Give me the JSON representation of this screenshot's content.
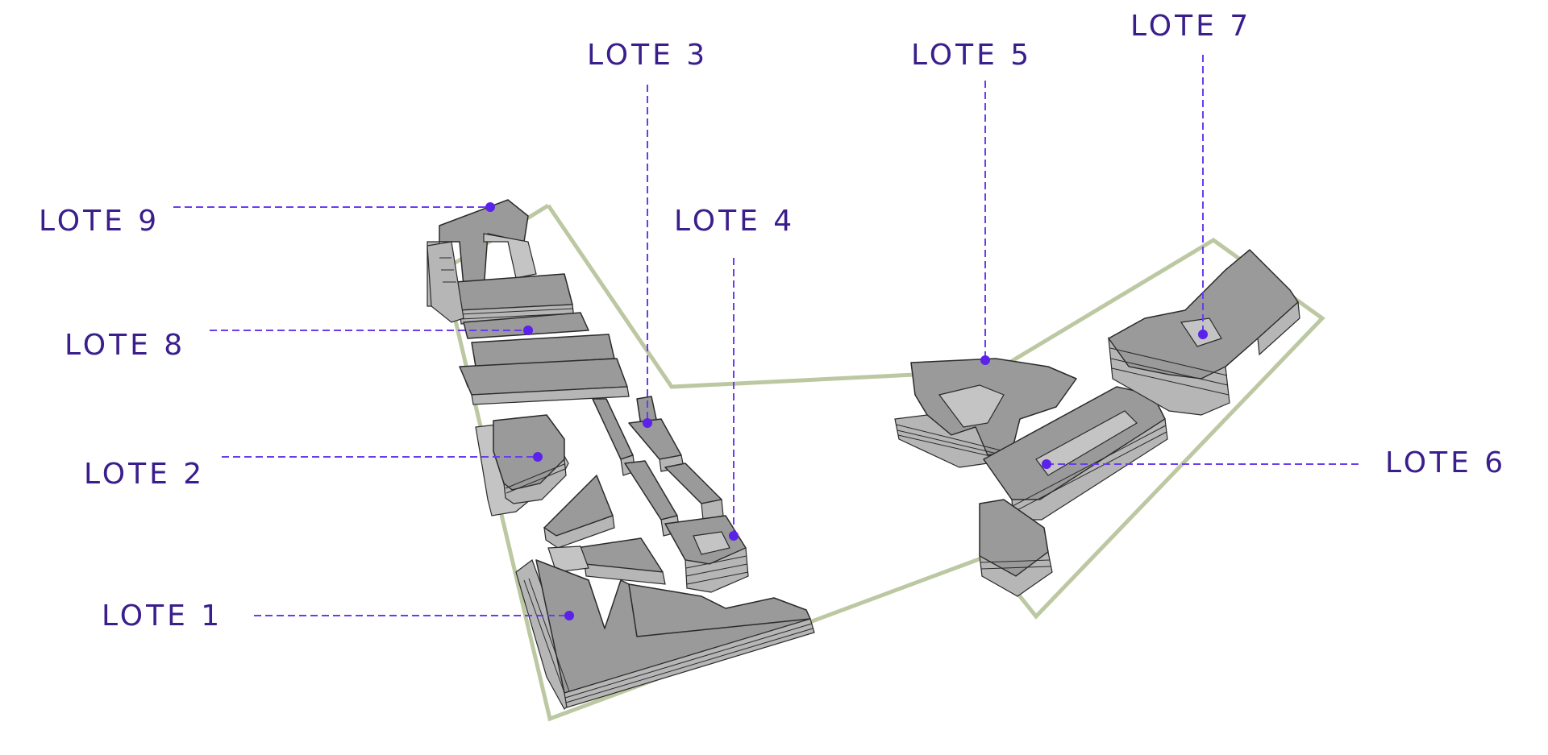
{
  "labels": [
    {
      "id": "lote-1",
      "text": "LOTE 1"
    },
    {
      "id": "lote-2",
      "text": "LOTE 2"
    },
    {
      "id": "lote-3",
      "text": "LOTE 3"
    },
    {
      "id": "lote-4",
      "text": "LOTE 4"
    },
    {
      "id": "lote-5",
      "text": "LOTE 5"
    },
    {
      "id": "lote-6",
      "text": "LOTE 6"
    },
    {
      "id": "lote-7",
      "text": "LOTE 7"
    },
    {
      "id": "lote-8",
      "text": "LOTE 8"
    },
    {
      "id": "lote-9",
      "text": "LOTE 9"
    }
  ],
  "colors": {
    "label": "#3a1e8c",
    "leader": "#6a3cf0",
    "marker": "#5a22ea",
    "site_outline": "#bcc8a2",
    "building_top": "#9a9a9a",
    "building_side": "#b6b6b6"
  }
}
